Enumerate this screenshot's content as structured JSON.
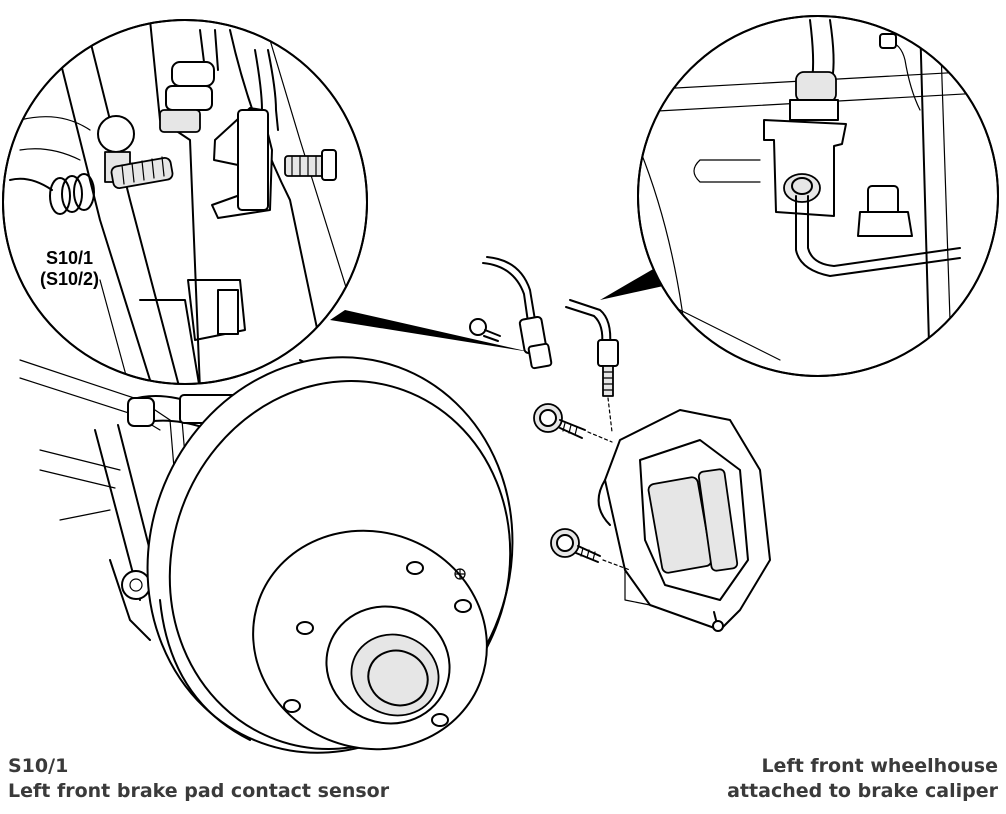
{
  "figure": {
    "callout": {
      "line1": "S10/1",
      "line2": "(S10/2)"
    },
    "caption_left": {
      "line1": "S10/1",
      "line2": "Left front brake pad contact sensor"
    },
    "caption_right": {
      "line1": "Left front wheelhouse",
      "line2": "attached to brake caliper"
    }
  }
}
